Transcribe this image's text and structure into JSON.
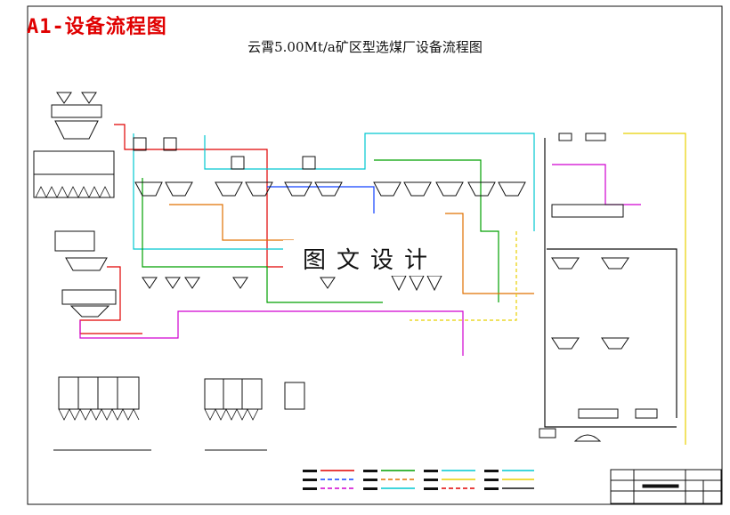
{
  "header": {
    "corner_title": "A1-设备流程图",
    "main_title": "云霄5.00Mt/a矿区型选煤厂设备流程图"
  },
  "watermark": {
    "text": "图文设计"
  },
  "colors": {
    "red": "#e00000",
    "cyan": "#00c8d0",
    "green": "#00a000",
    "magenta": "#d000d0",
    "orange": "#e07000",
    "yellow": "#e8d000",
    "blue": "#1040ff",
    "black": "#111111"
  },
  "legend": {
    "line_types": [
      "red",
      "blue",
      "green",
      "orange",
      "cyan",
      "magenta",
      "yellow",
      "black"
    ]
  }
}
